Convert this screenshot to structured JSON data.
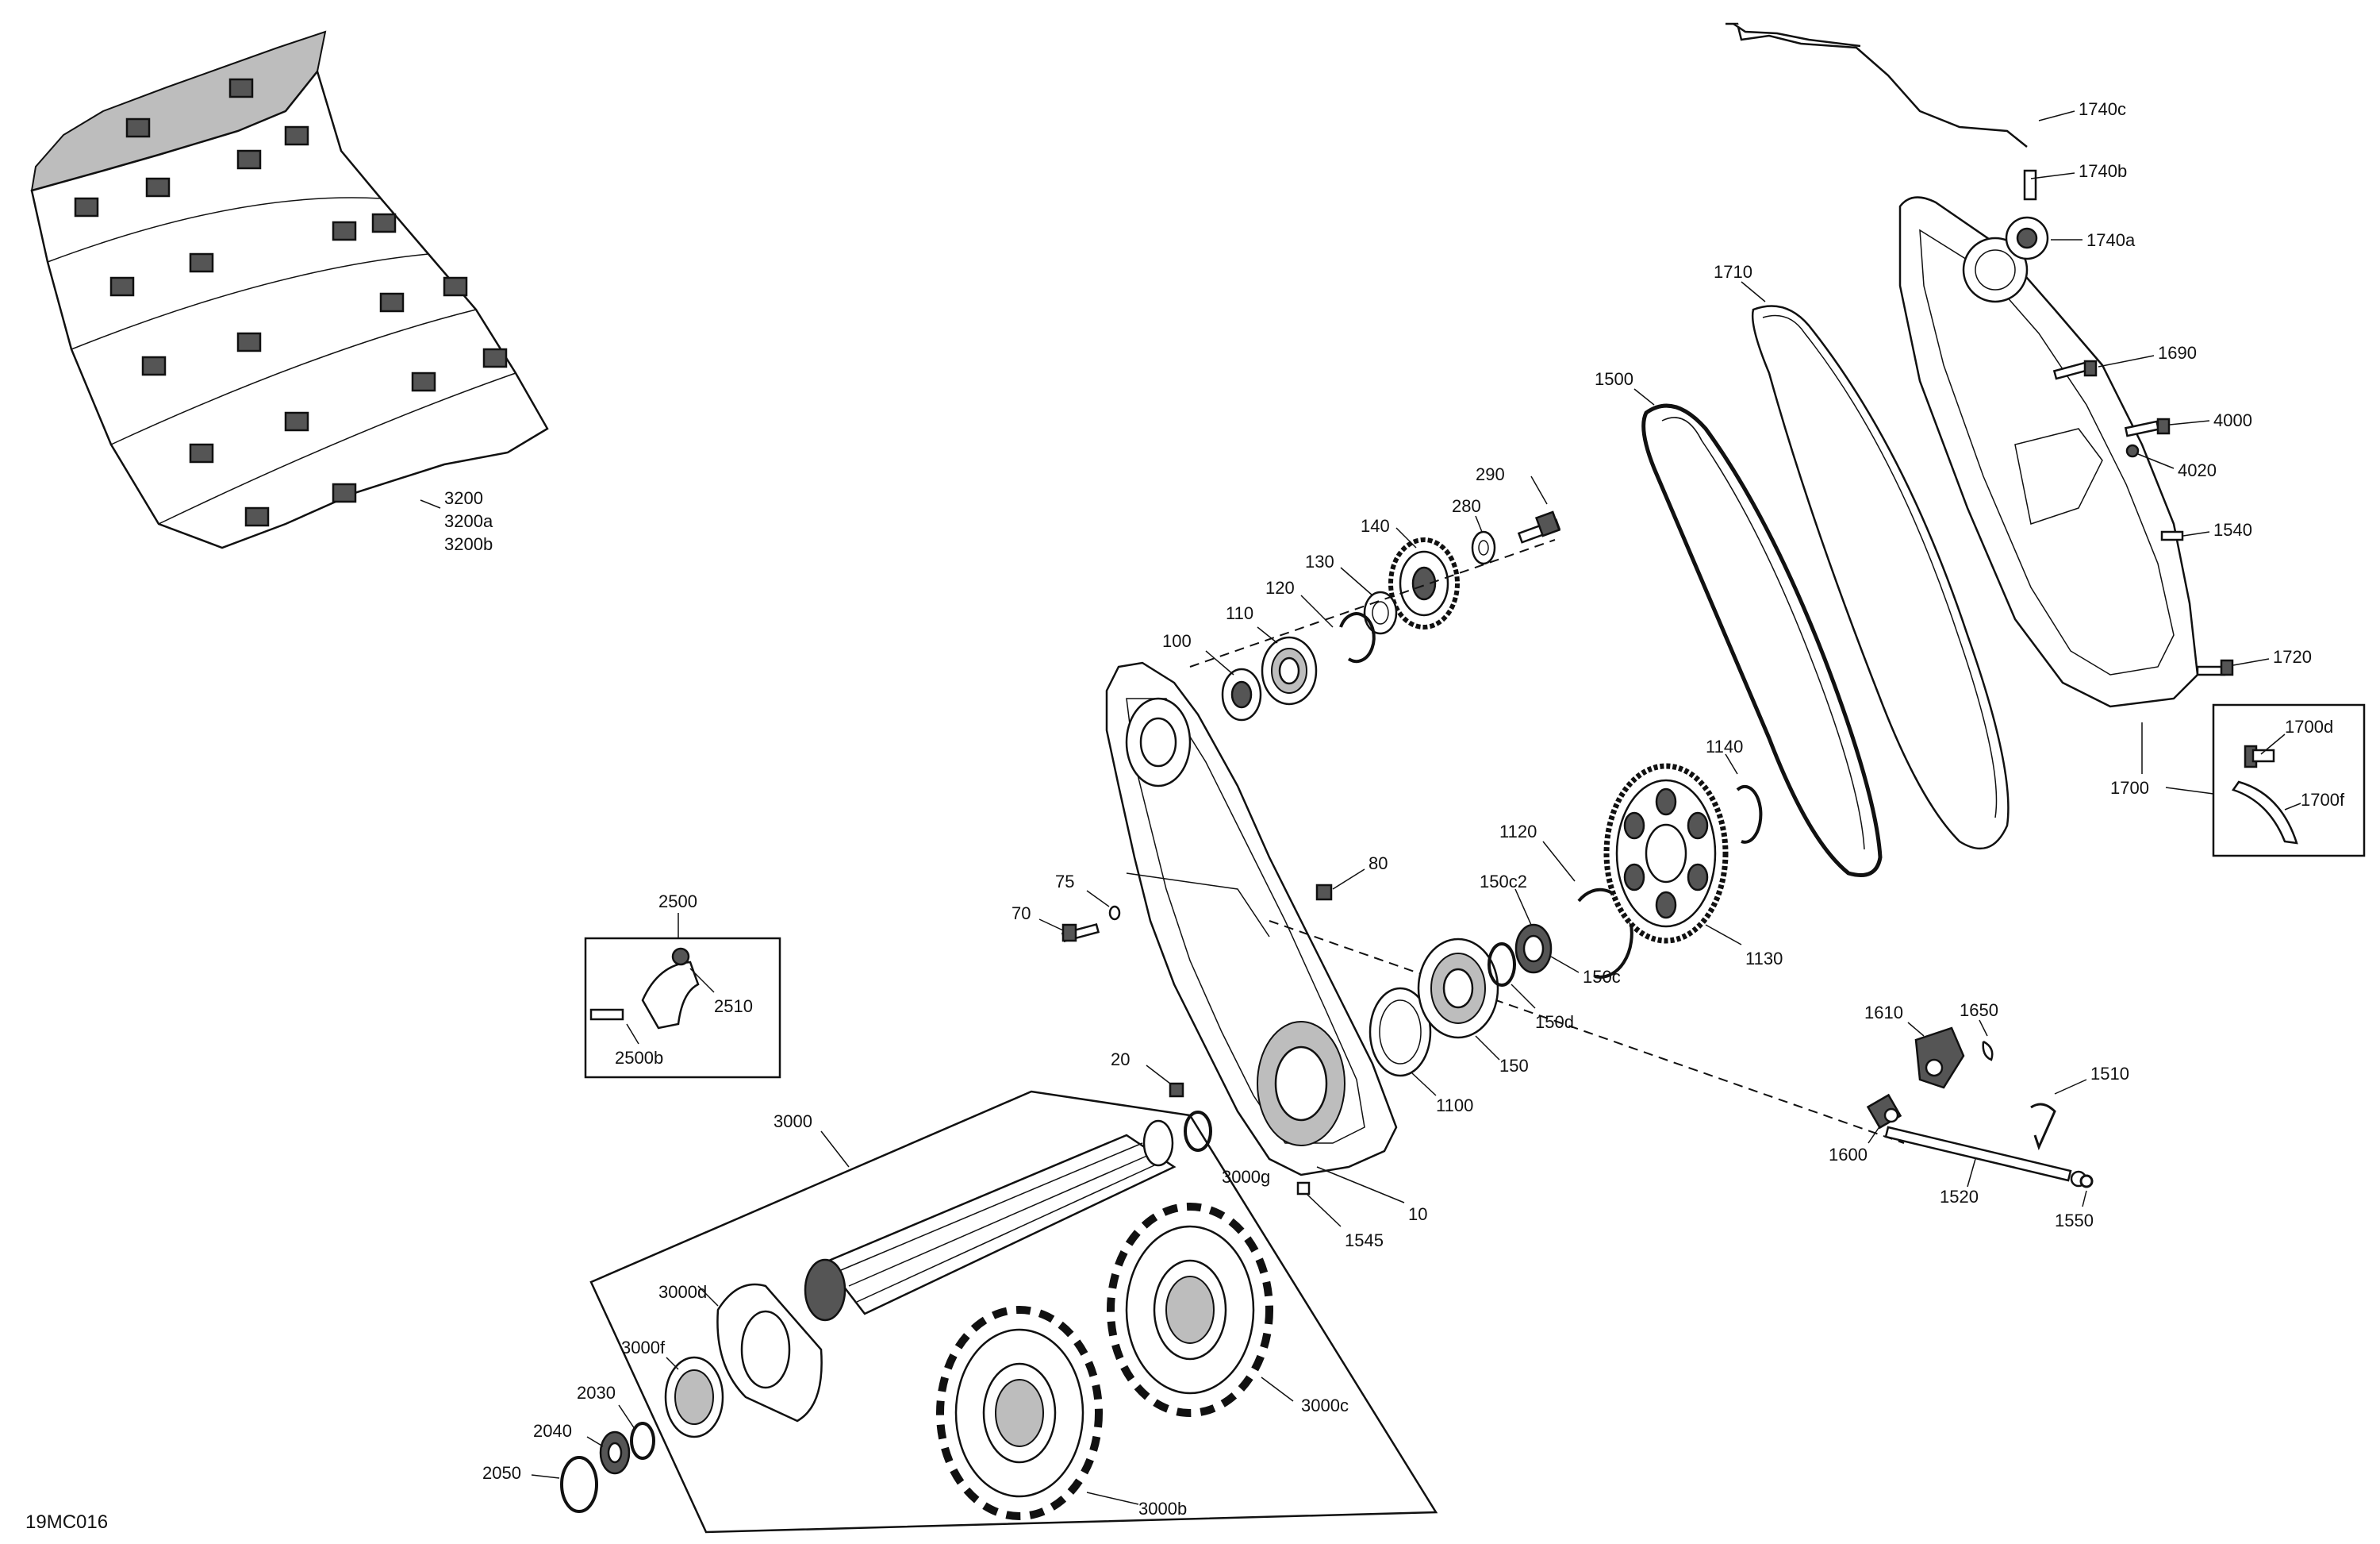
{
  "diagram": {
    "reference_code": "19MC016",
    "labels": {
      "l3200": "3200",
      "l3200a": "3200a",
      "l3200b": "3200b",
      "l1740c": "1740c",
      "l1740b": "1740b",
      "l1740a": "1740a",
      "l1710": "1710",
      "l1500": "1500",
      "l1690": "1690",
      "l4000": "4000",
      "l4020": "4020",
      "l1540": "1540",
      "l1720": "1720",
      "l1700": "1700",
      "l1700d": "1700d",
      "l1700f": "1700f",
      "l290": "290",
      "l280": "280",
      "l140": "140",
      "l130": "130",
      "l120": "120",
      "l110": "110",
      "l100": "100",
      "l1140": "1140",
      "l1130": "1130",
      "l1120": "1120",
      "l150c2": "150c2",
      "l150c": "150c",
      "l150d": "150d",
      "l150": "150",
      "l1100": "1100",
      "l80": "80",
      "l75": "75",
      "l70": "70",
      "l20": "20",
      "l10": "10",
      "l1545": "1545",
      "l2500": "2500",
      "l2510": "2510",
      "l2500b": "2500b",
      "l1610": "1610",
      "l1650": "1650",
      "l1510": "1510",
      "l1600": "1600",
      "l1520": "1520",
      "l1550": "1550",
      "l3000": "3000",
      "l3000g": "3000g",
      "l3000d": "3000d",
      "l3000f": "3000f",
      "l2030": "2030",
      "l2040": "2040",
      "l2050": "2050",
      "l3000c": "3000c",
      "l3000b": "3000b"
    }
  }
}
